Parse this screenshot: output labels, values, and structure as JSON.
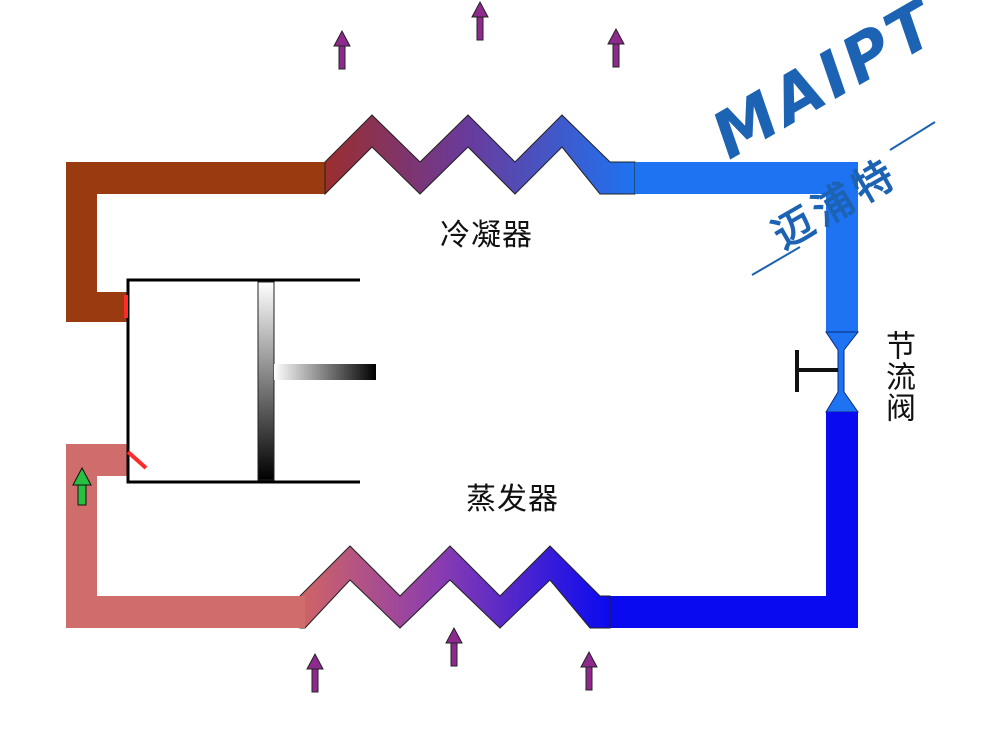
{
  "labels": {
    "condenser": "冷凝器",
    "evaporator": "蒸发器",
    "expansion_valve": "节流阀"
  },
  "logo": {
    "text": "MAIPT",
    "subtext": "迈浦特"
  },
  "colors": {
    "discharge_pipe": "#993a10",
    "condenser_start": "#9b2e2e",
    "condenser_mid": "#6a3a9a",
    "condenser_end": "#1e73f2",
    "liquid_line": "#1e73f2",
    "evaporator_in": "#0a0af0",
    "evaporator_mid": "#7a3ab0",
    "evaporator_out": "#d06464",
    "suction_pipe": "#cf6d6d",
    "heat_arrow": "#8e2a8e",
    "intake_arrow": "#28c040",
    "valve_flap": "#ff2a2a",
    "logo": "#1d63b4"
  }
}
